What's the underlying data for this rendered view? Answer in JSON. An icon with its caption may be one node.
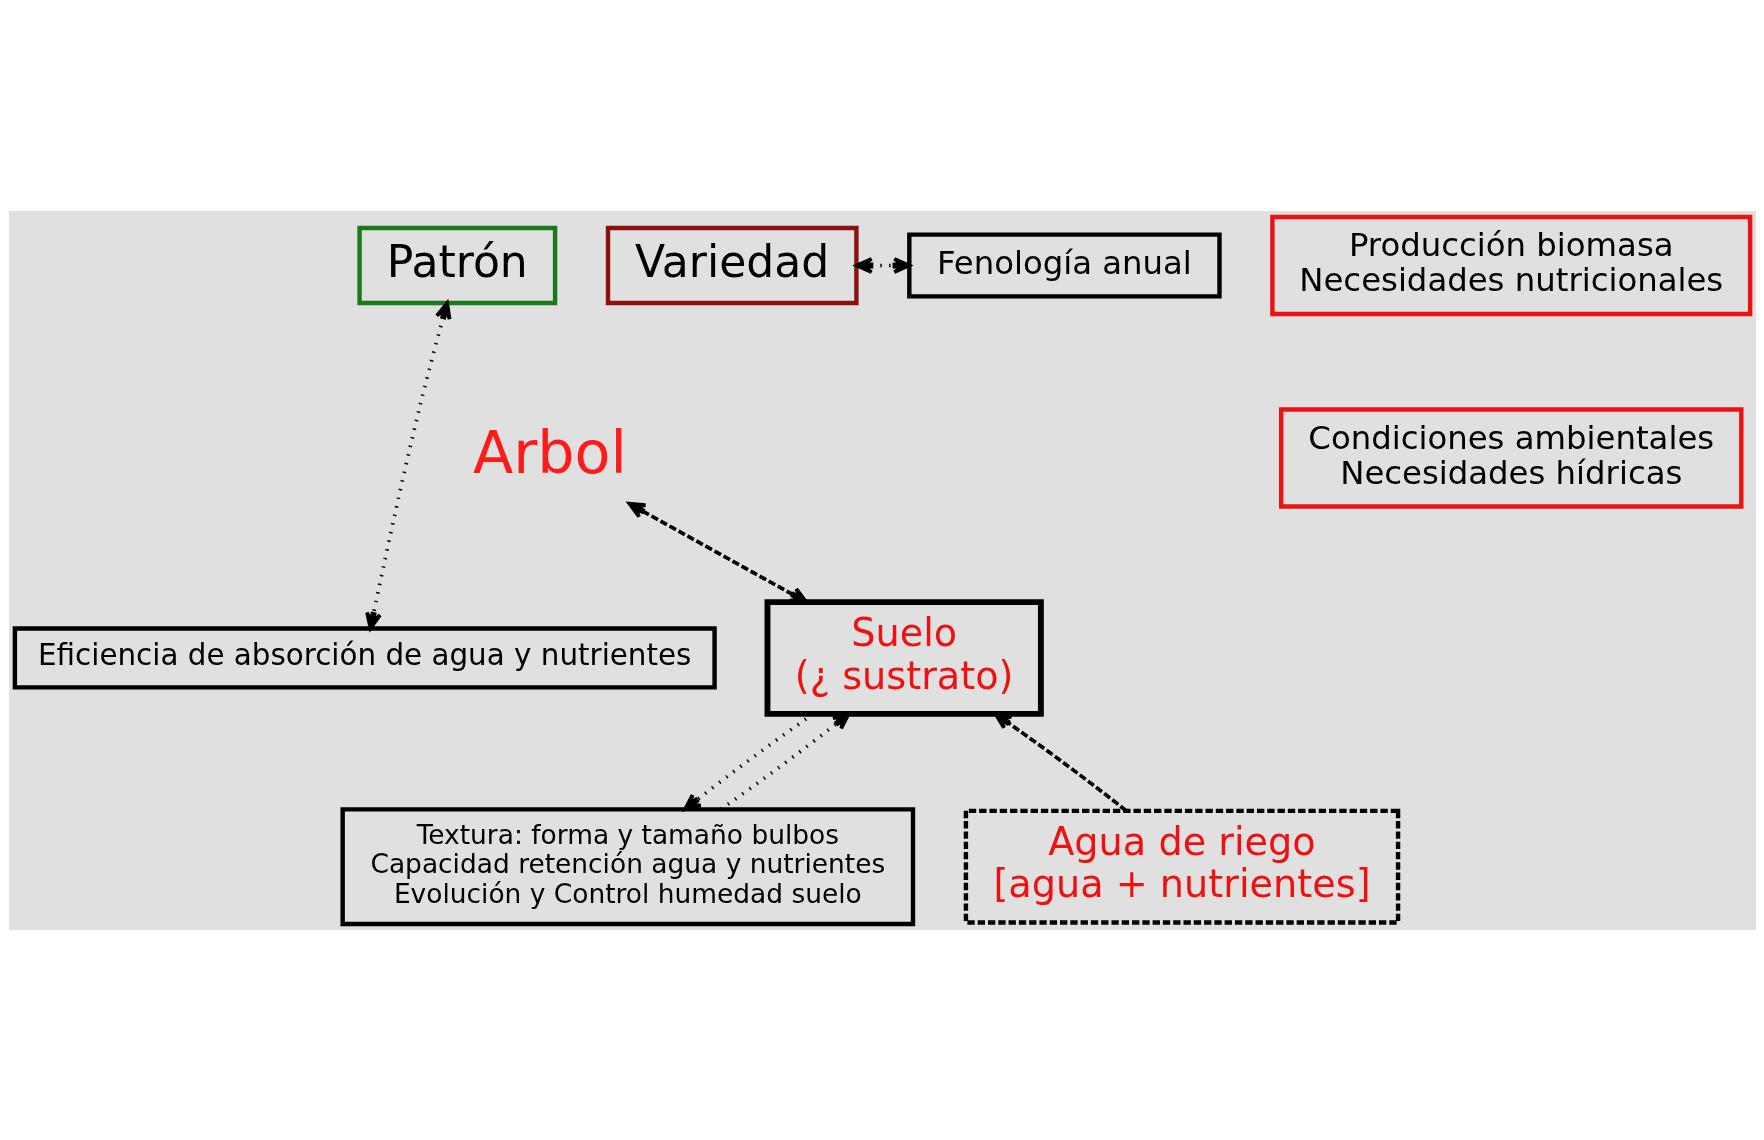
{
  "diagram": {
    "nodes": [
      {
        "text": [
          "Patrón"
        ]
      },
      {
        "text": [
          "Variedad"
        ]
      },
      {
        "text": [
          "Arbol"
        ]
      },
      {
        "text": [
          "Fenología anual"
        ]
      },
      {
        "text": [
          "Producción biomasa",
          "Necesidades nutricionales"
        ]
      },
      {
        "text": [
          "Condiciones ambientales",
          "Necesidades hídricas"
        ]
      },
      {
        "text": [
          "Eficiencia de absorción de agua y nutrientes"
        ]
      },
      {
        "text": [
          "Suelo",
          "(¿ sustrato)"
        ]
      },
      {
        "text": [
          "Textura: forma y tamaño bulbos",
          "Capacidad retención agua y nutrientes",
          "Evolución y Control humedad suelo"
        ]
      },
      {
        "text": [
          "Agua de riego",
          "[agua + nutrientes]"
        ]
      }
    ],
    "edges": [
      {
        "from": 1,
        "to": 3,
        "arrow": "both"
      },
      {
        "from": 0,
        "to": 6,
        "arrow": "both"
      },
      {
        "from": 2,
        "to": 7,
        "arrow": "both",
        "style": "dashed"
      },
      {
        "from": 8,
        "to": 7,
        "arrow": "to"
      },
      {
        "from": 7,
        "to": 8,
        "arrow": "to"
      },
      {
        "from": 9,
        "to": 7,
        "arrow": "to",
        "style": "dashed"
      }
    ]
  }
}
